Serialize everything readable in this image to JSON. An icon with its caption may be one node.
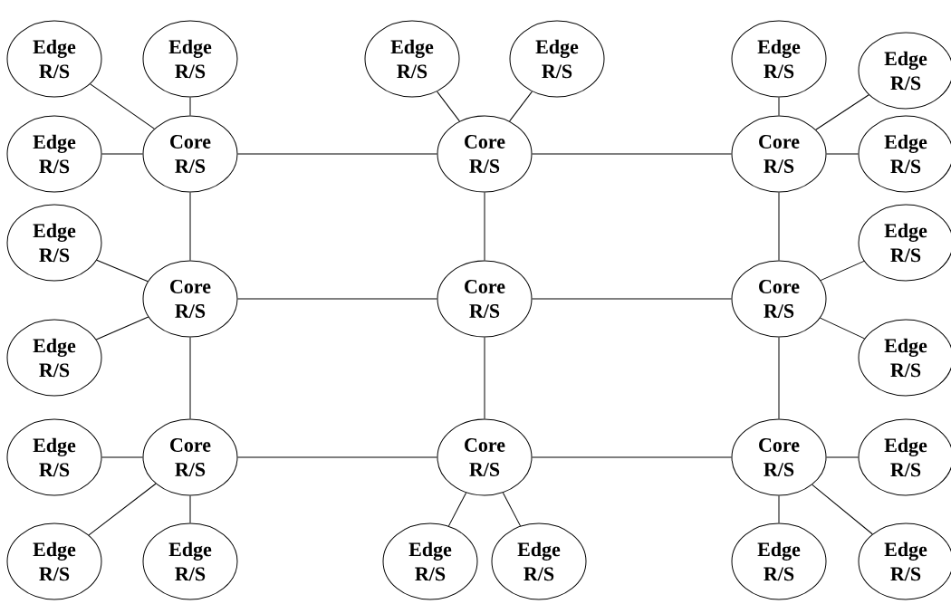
{
  "diagram": {
    "nodes": [
      {
        "text": [
          "Edge R/S"
        ]
      },
      {
        "text": [
          "Edge R/S"
        ]
      },
      {
        "text": [
          "Edge R/S"
        ]
      },
      {
        "text": [
          "Edge R/S"
        ]
      },
      {
        "text": [
          "Edge R/S"
        ]
      },
      {
        "text": [
          "Edge R/S"
        ]
      },
      {
        "text": [
          "Edge R/S"
        ]
      },
      {
        "text": [
          "Core R/S"
        ]
      },
      {
        "text": [
          "Core R/S"
        ]
      },
      {
        "text": [
          "Core R/S"
        ]
      },
      {
        "text": [
          "Edge R/S"
        ]
      },
      {
        "text": [
          "Edge R/S"
        ]
      },
      {
        "text": [
          "Edge R/S"
        ]
      },
      {
        "text": [
          "Core R/S"
        ]
      },
      {
        "text": [
          "Core R/S"
        ]
      },
      {
        "text": [
          "Core R/S"
        ]
      },
      {
        "text": [
          "Edge R/S"
        ]
      },
      {
        "text": [
          "Edge R/S"
        ]
      },
      {
        "text": [
          "Edge R/S"
        ]
      },
      {
        "text": [
          "Core R/S"
        ]
      },
      {
        "text": [
          "Core R/S"
        ]
      },
      {
        "text": [
          "Core R/S"
        ]
      },
      {
        "text": [
          "Edge R/S"
        ]
      },
      {
        "text": [
          "Edge R/S"
        ]
      },
      {
        "text": [
          "Edge R/S"
        ]
      },
      {
        "text": [
          "Edge R/S"
        ]
      },
      {
        "text": [
          "Edge R/S"
        ]
      },
      {
        "text": [
          "Edge R/S"
        ]
      },
      {
        "text": [
          "Edge R/S"
        ]
      }
    ],
    "edges": [
      {
        "from": 7,
        "to": 8,
        "arrow": "none"
      },
      {
        "from": 8,
        "to": 9,
        "arrow": "none"
      },
      {
        "from": 13,
        "to": 14,
        "arrow": "none"
      },
      {
        "from": 14,
        "to": 15,
        "arrow": "none"
      },
      {
        "from": 19,
        "to": 20,
        "arrow": "none"
      },
      {
        "from": 20,
        "to": 21,
        "arrow": "none"
      },
      {
        "from": 7,
        "to": 13,
        "arrow": "none"
      },
      {
        "from": 13,
        "to": 19,
        "arrow": "none"
      },
      {
        "from": 8,
        "to": 14,
        "arrow": "none"
      },
      {
        "from": 14,
        "to": 20,
        "arrow": "none"
      },
      {
        "from": 9,
        "to": 15,
        "arrow": "none"
      },
      {
        "from": 15,
        "to": 21,
        "arrow": "none"
      },
      {
        "from": 0,
        "to": 7,
        "arrow": "none"
      },
      {
        "from": 1,
        "to": 7,
        "arrow": "none"
      },
      {
        "from": 6,
        "to": 7,
        "arrow": "none"
      },
      {
        "from": 2,
        "to": 8,
        "arrow": "none"
      },
      {
        "from": 3,
        "to": 8,
        "arrow": "none"
      },
      {
        "from": 4,
        "to": 9,
        "arrow": "none"
      },
      {
        "from": 5,
        "to": 9,
        "arrow": "none"
      },
      {
        "from": 10,
        "to": 9,
        "arrow": "none"
      },
      {
        "from": 11,
        "to": 13,
        "arrow": "none"
      },
      {
        "from": 16,
        "to": 13,
        "arrow": "none"
      },
      {
        "from": 18,
        "to": 19,
        "arrow": "none"
      },
      {
        "from": 23,
        "to": 19,
        "arrow": "none"
      },
      {
        "from": 24,
        "to": 19,
        "arrow": "none"
      },
      {
        "from": 25,
        "to": 20,
        "arrow": "none"
      },
      {
        "from": 26,
        "to": 20,
        "arrow": "none"
      },
      {
        "from": 12,
        "to": 15,
        "arrow": "none"
      },
      {
        "from": 17,
        "to": 15,
        "arrow": "none"
      },
      {
        "from": 22,
        "to": 21,
        "arrow": "none"
      },
      {
        "from": 27,
        "to": 21,
        "arrow": "none"
      },
      {
        "from": 28,
        "to": 21,
        "arrow": "none"
      }
    ]
  }
}
